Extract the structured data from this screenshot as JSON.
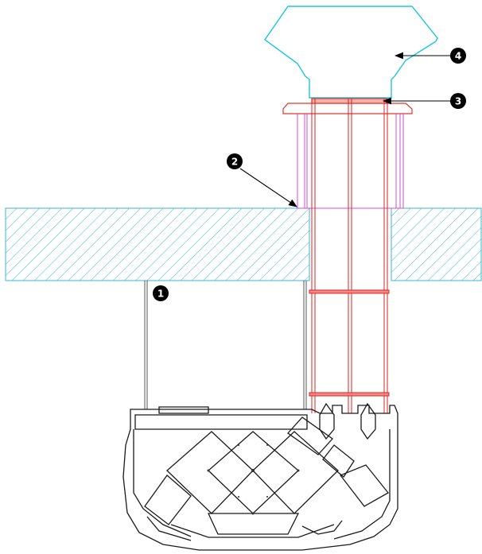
{
  "callouts": [
    {
      "id": "1",
      "label": "1"
    },
    {
      "id": "2",
      "label": "2"
    },
    {
      "id": "3",
      "label": "3"
    },
    {
      "id": "4",
      "label": "4"
    }
  ],
  "colors": {
    "hatch": "#3ab6d6",
    "roof_cap": "#19c8dc",
    "sleeve": "#d24fd2",
    "flange": "#e2362e",
    "duct": "#e0201f",
    "unit": "#1a1a1a",
    "marker": "#000000"
  }
}
